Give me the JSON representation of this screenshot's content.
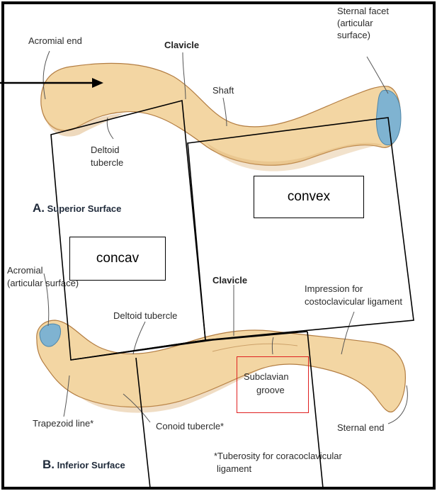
{
  "colors": {
    "bone_fill": "#f3d6a3",
    "bone_shade": "#d9ab6c",
    "bone_outline": "#b37d42",
    "facet_blue": "#7fb3d1",
    "frame": "#000000",
    "highlight_red": "#e02020"
  },
  "labels": {
    "acromial_end": "Acromial end",
    "clavicle_top": "Clavicle",
    "sternal_facet": [
      "Sternal facet",
      "(articular",
      "surface)"
    ],
    "shaft": "Shaft",
    "deltoid_tubercle_top": [
      "Deltoid",
      "tubercle"
    ],
    "superior_surface_letter": "A.",
    "superior_surface_text": "Superior Surface",
    "acromial_facet": [
      "Acromial",
      "(articular surface)"
    ],
    "clavicle_bottom": "Clavicle",
    "impression": [
      "Impression for",
      "costoclavicular ligament"
    ],
    "deltoid_tubercle_bottom": "Deltoid tubercle",
    "subclavian_groove": [
      "Subclavian",
      "groove"
    ],
    "trapezoid_line": "Trapezoid line*",
    "conoid_tubercle": "Conoid tubercle*",
    "sternal_end": "Sternal end",
    "inferior_surface_letter": "B.",
    "inferior_surface_text": "Inferior Surface",
    "footnote": [
      "*Tuberosity for coracoclavicular",
      "ligament"
    ]
  },
  "annotations": {
    "convex": "convex",
    "concav": "concav"
  }
}
